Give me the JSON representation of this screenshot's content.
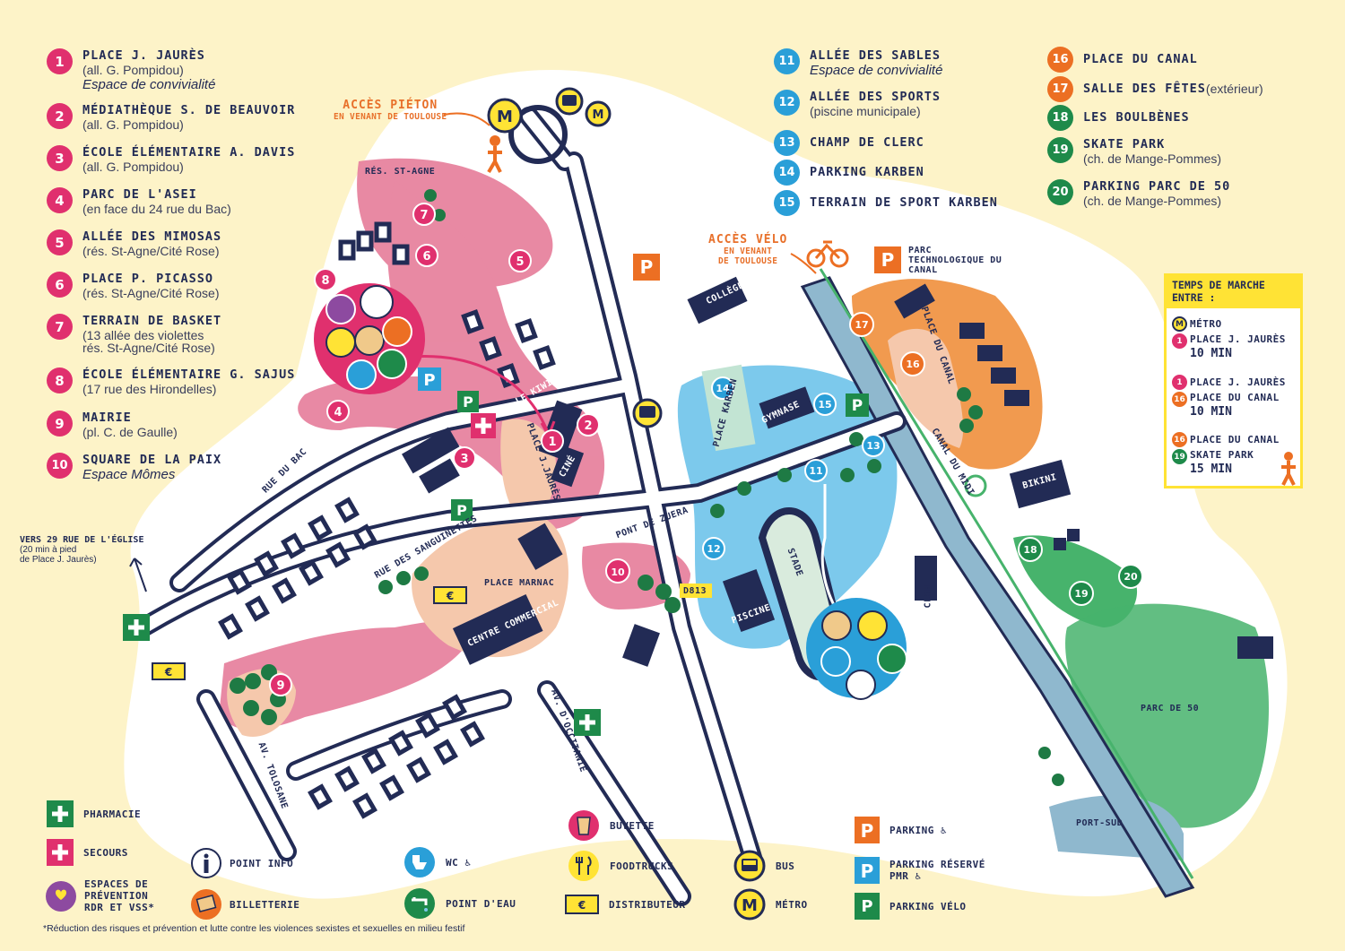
{
  "colors": {
    "pink": "#e0306e",
    "blue": "#2a9fd8",
    "orange": "#ec6f23",
    "green": "#1e8a4a",
    "navy": "#222b55",
    "yellow": "#ffe335",
    "cream": "#fdf3c8"
  },
  "legend_left": [
    {
      "num": "1",
      "name": "Place J. Jaurès",
      "sub": "(all. G. Pompidou)",
      "italic": "Espace de convivialité"
    },
    {
      "num": "2",
      "name": "Médiathèque S. de Beauvoir",
      "sub": "(all. G. Pompidou)",
      "italic": ""
    },
    {
      "num": "3",
      "name": "École élémentaire A. Davis",
      "sub": "(all. G. Pompidou)",
      "italic": ""
    },
    {
      "num": "4",
      "name": "Parc de l'ASEI",
      "sub": "(en face du 24 rue du Bac)",
      "italic": ""
    },
    {
      "num": "5",
      "name": "Allée des Mimosas",
      "sub": "(rés. St-Agne/Cité Rose)",
      "italic": ""
    },
    {
      "num": "6",
      "name": "Place P. Picasso",
      "sub": "(rés. St-Agne/Cité Rose)",
      "italic": ""
    },
    {
      "num": "7",
      "name": "Terrain de basket",
      "sub": "(13 allée des violettes",
      "sub2": "rés. St-Agne/Cité Rose)",
      "italic": ""
    },
    {
      "num": "8",
      "name": "École élémentaire G. Sajus",
      "sub": " (17 rue des Hirondelles)",
      "italic": ""
    },
    {
      "num": "9",
      "name": "Mairie",
      "sub": "(pl. C. de Gaulle)",
      "italic": ""
    },
    {
      "num": "10",
      "name": "Square de la Paix",
      "sub": "",
      "italic": "Espace Mômes"
    }
  ],
  "legend_mid": [
    {
      "num": "11",
      "name": "Allée des Sables",
      "sub": "",
      "italic": "Espace de convivialité"
    },
    {
      "num": "12",
      "name": "Allée des Sports",
      "sub": "(piscine municipale)",
      "italic": ""
    },
    {
      "num": "13",
      "name": "Champ de Clerc",
      "sub": "",
      "italic": ""
    },
    {
      "num": "14",
      "name": "Parking Karben",
      "sub": "",
      "italic": ""
    },
    {
      "num": "15",
      "name": "Terrain de sport Karben",
      "sub": "",
      "italic": ""
    }
  ],
  "legend_right": [
    {
      "num": "16",
      "name": "Place du Canal",
      "sub": "",
      "italic": ""
    },
    {
      "num": "17",
      "name": "Salle des fêtes",
      "sub": " (extérieur)",
      "italic": ""
    },
    {
      "num": "18",
      "name": "Les Boulbènes",
      "sub": "",
      "italic": ""
    },
    {
      "num": "19",
      "name": "Skate Park",
      "sub": "(ch. de Mange-Pommes)",
      "italic": ""
    },
    {
      "num": "20",
      "name": "Parking Parc de 50",
      "sub": "(ch. de Mange-Pommes)",
      "italic": ""
    }
  ],
  "walk_box": {
    "title": "TEMPS DE MARCHE ENTRE :",
    "routes": [
      {
        "from": "M",
        "to": "1",
        "from_label": "MÉTRO",
        "to_label": "PLACE J. JAURÈS",
        "duration": "10 MIN"
      },
      {
        "from": "1",
        "to": "16",
        "from_label": "PLACE J. JAURÈS",
        "to_label": "PLACE DU CANAL",
        "duration": "10 MIN"
      },
      {
        "from": "16",
        "to": "19",
        "from_label": "PLACE DU CANAL",
        "to_label": "SKATE PARK",
        "duration": "15 MIN"
      }
    ]
  },
  "access": {
    "pieton": {
      "title": "ACCÈS PIÉTON",
      "sub": "EN VENANT DE TOULOUSE"
    },
    "velo": {
      "title": "ACCÈS VÉLO",
      "sub1": "EN VENANT",
      "sub2": "DE TOULOUSE"
    }
  },
  "church": {
    "title": "VERS 29 RUE DE L'ÉGLISE",
    "sub1": "(20 min à pied",
    "sub2": "de Place J. Jaurès)"
  },
  "map_labels": {
    "res_st_agne": "RÉS. ST-AGNE",
    "college": "COLLÈGE",
    "le_kiwi": "LE KIWI",
    "place_jaures": "PLACE J.JAURÈS",
    "cine": "CINÉ",
    "place_karben": "PLACE KARBEN",
    "gymnase": "GYMNASE",
    "stade": "STADE",
    "piscine": "PISCINE",
    "clsh": "CLSH",
    "place_marnac": "PLACE MARNAC",
    "centre_commercial": "CENTRE COMMERCIAL",
    "place_du_canal": "PLACE DU CANAL",
    "bikini": "BIKINI",
    "parc_de_50": "PARC DE 50",
    "port_sud": "PORT-SUD",
    "rue_du_bac": "RUE DU BAC",
    "rue_sanguinettes": "RUE DES SANGUINETTES",
    "pont_zuera": "PONT DE ZUERA",
    "d813": "D813",
    "av_occitanie": "AV. D'OCCITANIE",
    "av_tolosane": "AV. TOLOSANE",
    "canal_midi": "CANAL DU MIDI",
    "parc_techno": "PARC TECHNOLOGIQUE DU CANAL"
  },
  "key": [
    {
      "icon": "pharmacy",
      "label": "PHARMACIE"
    },
    {
      "icon": "first-aid",
      "label": "SECOURS"
    },
    {
      "icon": "prevention",
      "label": "ESPACES DE PRÉVENTION RDR ET VSS*"
    },
    {
      "icon": "info",
      "label": "POINT INFO"
    },
    {
      "icon": "ticket",
      "label": "BILLETTERIE"
    },
    {
      "icon": "wc",
      "label": "WC ♿"
    },
    {
      "icon": "water",
      "label": "POINT D'EAU"
    },
    {
      "icon": "drink",
      "label": "BUVETTE"
    },
    {
      "icon": "food",
      "label": "FOODTRUCKS"
    },
    {
      "icon": "atm",
      "label": "DISTRIBUTEUR"
    },
    {
      "icon": "bus",
      "label": "BUS"
    },
    {
      "icon": "metro",
      "label": "MÉTRO"
    },
    {
      "icon": "parking",
      "label": "PARKING ♿"
    },
    {
      "icon": "parking-pmr",
      "label": "PARKING RÉSERVÉ PMR ♿"
    },
    {
      "icon": "parking-bike",
      "label": "PARKING VÉLO"
    }
  ],
  "footnote": "*Réduction des risques et prévention et lutte contre les violences sexistes et sexuelles en milieu festif"
}
